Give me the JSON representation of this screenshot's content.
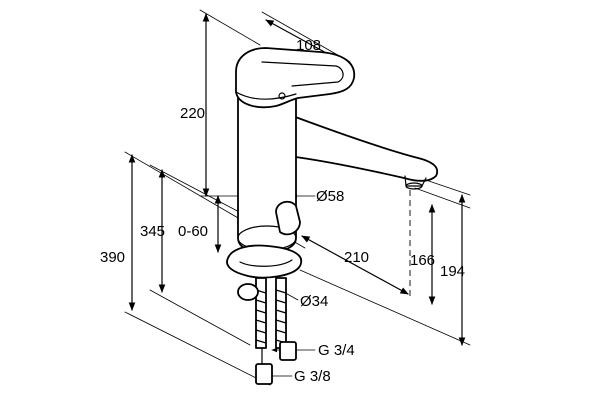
{
  "dimensions": {
    "width_top": "108",
    "height_spout": "220",
    "diameter_body": "Ø58",
    "height_total_345": "345",
    "range_060": "0-60",
    "height_total_390": "390",
    "reach": "210",
    "height_166": "166",
    "height_194": "194",
    "diameter_34": "Ø34",
    "thread_g34": "G 3/4",
    "thread_g38": "G 3/8"
  }
}
